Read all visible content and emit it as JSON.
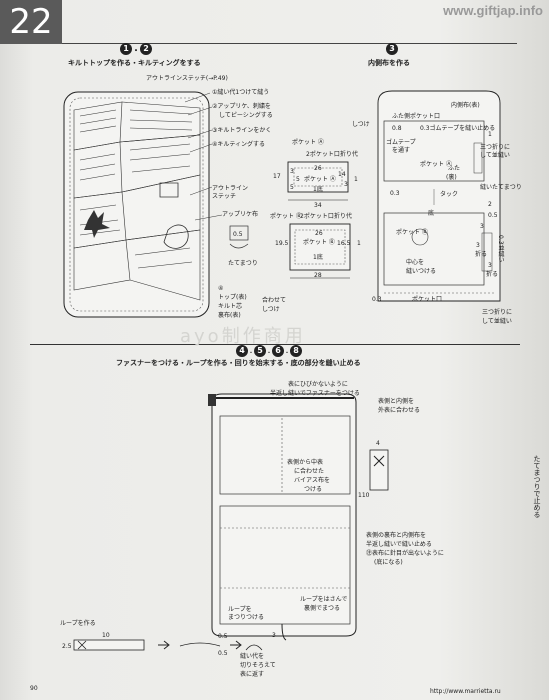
{
  "header": {
    "page_number_badge": "22",
    "site_watermark": "www.giftjap.info",
    "footer_watermark": "http://www.marrietta.ru",
    "page_number_bottom": "90",
    "center_watermark": "ayo制作商用"
  },
  "section1": {
    "step_numbers": [
      "1",
      "2"
    ],
    "title": "キルトトップを作る・キルティングをする",
    "callouts": [
      "アウトラインステッチ(→P.49)",
      "①縫い代1つけて縫う",
      "②アップリケ、刺繍を",
      "してピーシングする",
      "③キルトラインをかく",
      "④キルティングする",
      "アウトライン",
      "ステッチ",
      "アップリケ布",
      "たてまつり",
      "④",
      "トップ(表)",
      "キルト芯",
      "裏布(表)",
      "合わせて",
      "しつけ"
    ],
    "pocket_a": {
      "label": "ポケット Ⓐ",
      "fold_label": "2ポケット口折り代",
      "inner_label": "ポケット Ⓐ",
      "bottom_label": "1底",
      "dims": [
        "26",
        "5",
        "14",
        "3",
        "1",
        "34",
        "17",
        "3",
        "5"
      ]
    },
    "pocket_b": {
      "label": "ポケット Ⓑ",
      "fold_label": "2ポケット口折り代",
      "inner_label": "ポケット Ⓑ",
      "bottom_label": "1底",
      "dims": [
        "26",
        "19.5",
        "16.5",
        "1",
        "28",
        "1"
      ]
    }
  },
  "section2": {
    "step_number": "3",
    "title": "内側布を作る",
    "callouts": [
      "内側布(表)",
      "ふた側ポケット口",
      "しつけ",
      "0.8",
      "0.3ゴムテープを縫い止める",
      "ゴムテープ",
      "を通す",
      "三つ折りに",
      "して並縫い",
      "0.3",
      "タック",
      "縫いたてまつり",
      "ポケット Ⓑ",
      "中心を",
      "縫いつける",
      "0.3並縫い",
      "ポケット口",
      "三つ折りに",
      "して並縫い",
      "底",
      "0.3",
      "0.5",
      "2",
      "3",
      "1",
      "3",
      "折る",
      "3",
      "折る",
      "ふた",
      "(裏)",
      "ポケット Ⓐ"
    ]
  },
  "section3": {
    "step_numbers": [
      "4",
      "5",
      "6",
      "8"
    ],
    "title": "ファスナーをつける・ループを作る・回りを始末する・底の部分を縫い止める",
    "callouts": [
      "表にひびかないように",
      "半返し縫いでファスナーをつける",
      "表側と内側を",
      "外表に合わせる",
      "表側から中表",
      "に合わせた",
      "バイアス布を",
      "つける",
      "表側の裏布と内側布を",
      "半返し縫いで縫い止める",
      "㊟表布に針目が出ないように",
      "(底になる)",
      "ループを",
      "まつりつける",
      "ループをはさんで",
      "裏側でまつる",
      "4",
      "110",
      "3"
    ],
    "loop": {
      "title": "ループを作る",
      "dims": [
        "10",
        "2.5",
        "0.5",
        "0.5"
      ],
      "note1": "縫い代を",
      "note2": "切りそろえて",
      "note3": "表に返す"
    }
  },
  "sidebar": {
    "text": "たてまつりで止める"
  },
  "colors": {
    "badge": "#5a5a5a",
    "line": "#222222",
    "paper": "#efefec",
    "step_circle": "#222222"
  }
}
